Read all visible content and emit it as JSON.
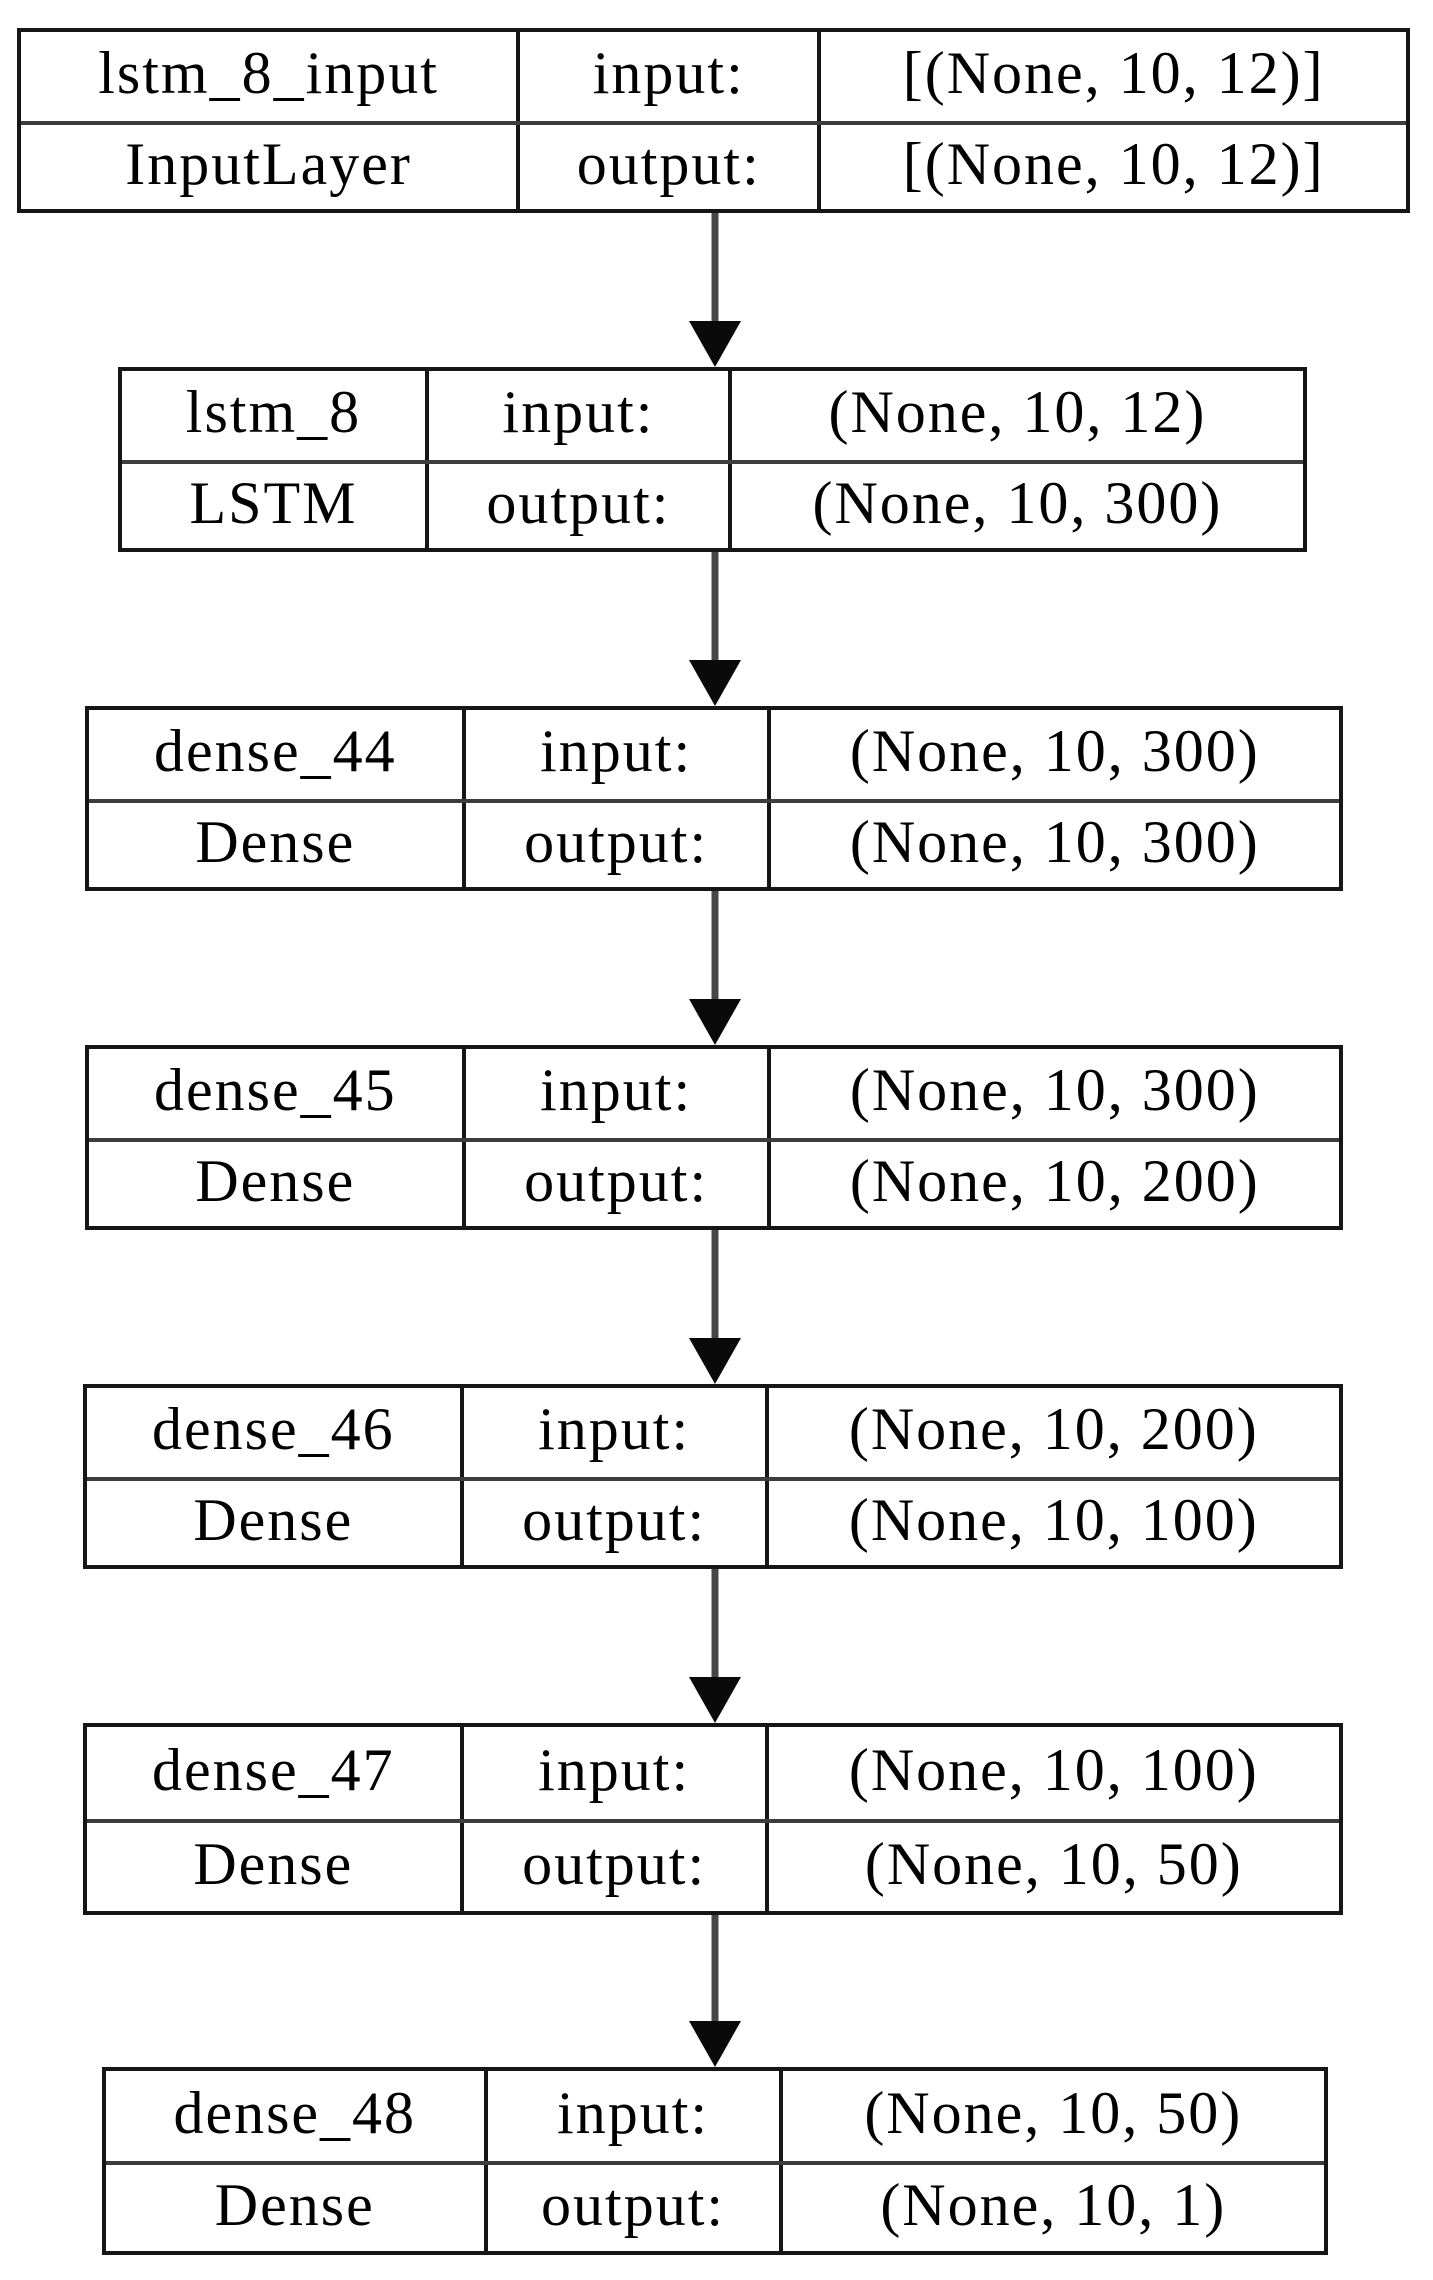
{
  "diagram": {
    "title": "keras-model-architecture",
    "background_color": "#ffffff",
    "box_border_color": "#161616",
    "row_divider_color": "#3d3d3d",
    "text_color": "#000000",
    "arrow_shaft_color": "#474747",
    "arrow_head_color": "#0a0a0a",
    "nodes": [
      {
        "name": "lstm_8_input",
        "type": "InputLayer",
        "input_label": "input:",
        "output_label": "output:",
        "input_shape": "[(None, 10, 12)]",
        "output_shape": "[(None, 10, 12)]"
      },
      {
        "name": "lstm_8",
        "type": "LSTM",
        "input_label": "input:",
        "output_label": "output:",
        "input_shape": "(None, 10, 12)",
        "output_shape": "(None, 10, 300)"
      },
      {
        "name": "dense_44",
        "type": "Dense",
        "input_label": "input:",
        "output_label": "output:",
        "input_shape": "(None, 10, 300)",
        "output_shape": "(None, 10, 300)"
      },
      {
        "name": "dense_45",
        "type": "Dense",
        "input_label": "input:",
        "output_label": "output:",
        "input_shape": "(None, 10, 300)",
        "output_shape": "(None, 10, 200)"
      },
      {
        "name": "dense_46",
        "type": "Dense",
        "input_label": "input:",
        "output_label": "output:",
        "input_shape": "(None, 10, 200)",
        "output_shape": "(None, 10, 100)"
      },
      {
        "name": "dense_47",
        "type": "Dense",
        "input_label": "input:",
        "output_label": "output:",
        "input_shape": "(None, 10, 100)",
        "output_shape": "(None, 10, 50)"
      },
      {
        "name": "dense_48",
        "type": "Dense",
        "input_label": "input:",
        "output_label": "output:",
        "input_shape": "(None, 10, 50)",
        "output_shape": "(None, 10, 1)"
      }
    ],
    "edges": [
      {
        "from": "lstm_8_input",
        "to": "lstm_8"
      },
      {
        "from": "lstm_8",
        "to": "dense_44"
      },
      {
        "from": "dense_44",
        "to": "dense_45"
      },
      {
        "from": "dense_45",
        "to": "dense_46"
      },
      {
        "from": "dense_46",
        "to": "dense_47"
      },
      {
        "from": "dense_47",
        "to": "dense_48"
      }
    ]
  }
}
